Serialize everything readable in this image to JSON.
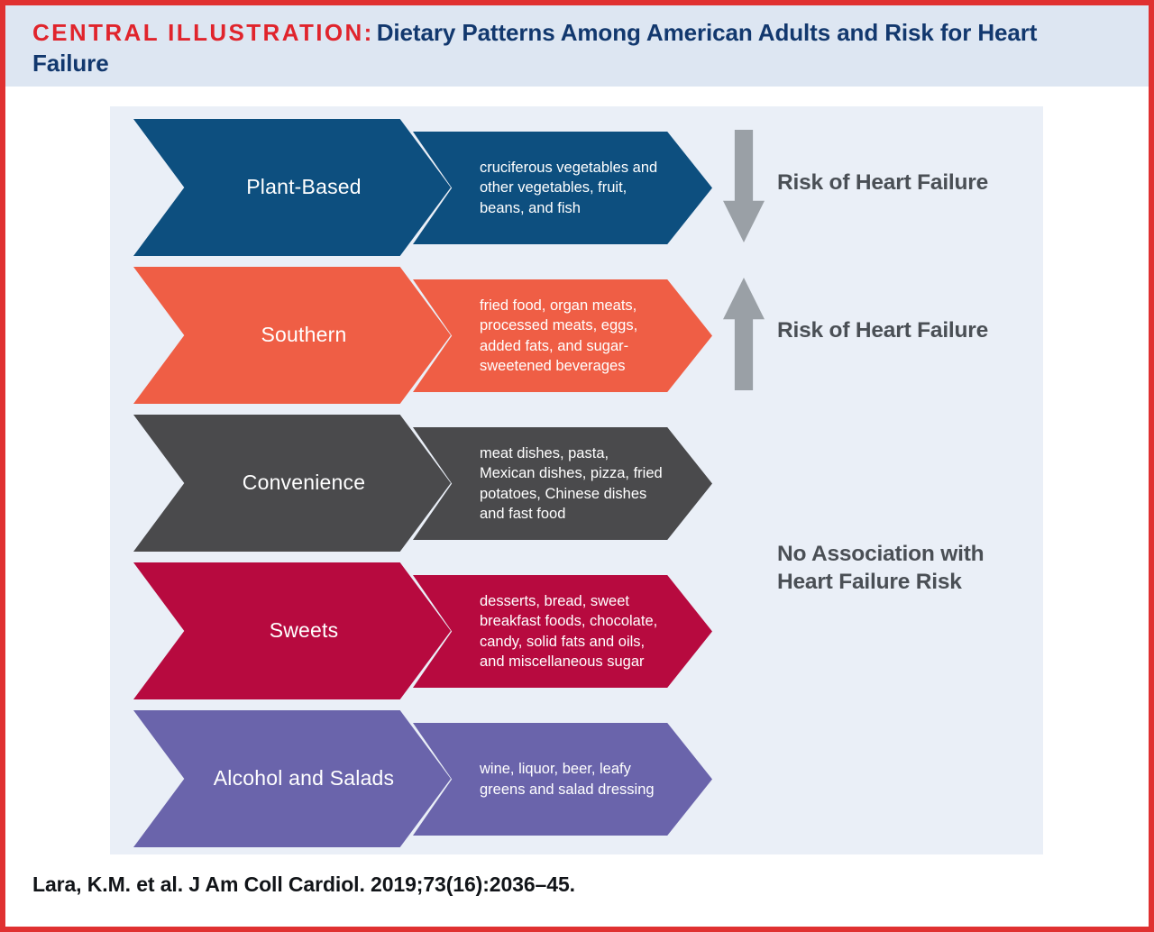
{
  "header": {
    "kicker": "CENTRAL ILLUSTRATION:",
    "title": "Dietary Patterns Among American Adults and Risk for Heart Failure"
  },
  "colors": {
    "border": "#e03131",
    "header_band": "#dde6f2",
    "header_kicker": "#e0242c",
    "header_title": "#12386e",
    "panel_bg": "#eaeff7",
    "arrow_gray": "#9aa0a6",
    "outcome_text": "#4a4f55"
  },
  "chart_data": {
    "type": "diagram",
    "title": "Dietary Patterns Among American Adults and Risk for Heart Failure",
    "rows": [
      {
        "pattern": "Plant-Based",
        "foods": "cruciferous vegetables and other vegetables, fruit, beans, and fish",
        "color": "#0d4f7f",
        "association": "decreased",
        "outcome_label": "Risk of Heart Failure",
        "arrow": "down-arrow-icon"
      },
      {
        "pattern": "Southern",
        "foods": "fried food, organ meats, processed meats, eggs, added fats, and sugar-sweetened beverages",
        "color": "#ef5e45",
        "association": "increased",
        "outcome_label": "Risk of Heart Failure",
        "arrow": "up-arrow-icon"
      },
      {
        "pattern": "Convenience",
        "foods": "meat dishes, pasta, Mexican dishes, pizza, fried potatoes, Chinese dishes and fast food",
        "color": "#4a4a4c",
        "association": "none",
        "outcome_label": "No Association with Heart Failure Risk",
        "arrow": ""
      },
      {
        "pattern": "Sweets",
        "foods": "desserts, bread, sweet breakfast foods, chocolate, candy, solid fats and oils, and miscellaneous sugar",
        "color": "#b70a3f",
        "association": "none",
        "outcome_label": "No Association with Heart Failure Risk",
        "arrow": ""
      },
      {
        "pattern": "Alcohol and Salads",
        "foods": "wine, liquor, beer, leafy greens and salad dressing",
        "color": "#6a64ab",
        "association": "none",
        "outcome_label": "No Association with Heart Failure Risk",
        "arrow": ""
      }
    ],
    "outcomes": [
      {
        "label": "Risk of Heart Failure",
        "direction": "decrease"
      },
      {
        "label": "Risk of Heart Failure",
        "direction": "increase"
      },
      {
        "label": "No Association with Heart Failure Risk",
        "direction": "none"
      }
    ]
  },
  "outcomes": {
    "decrease_label": "Risk of Heart Failure",
    "increase_label": "Risk of Heart Failure",
    "none_label_line1": "No Association with",
    "none_label_line2": "Heart Failure Risk"
  },
  "citation": "Lara, K.M. et al. J Am Coll Cardiol. 2019;73(16):2036–45."
}
